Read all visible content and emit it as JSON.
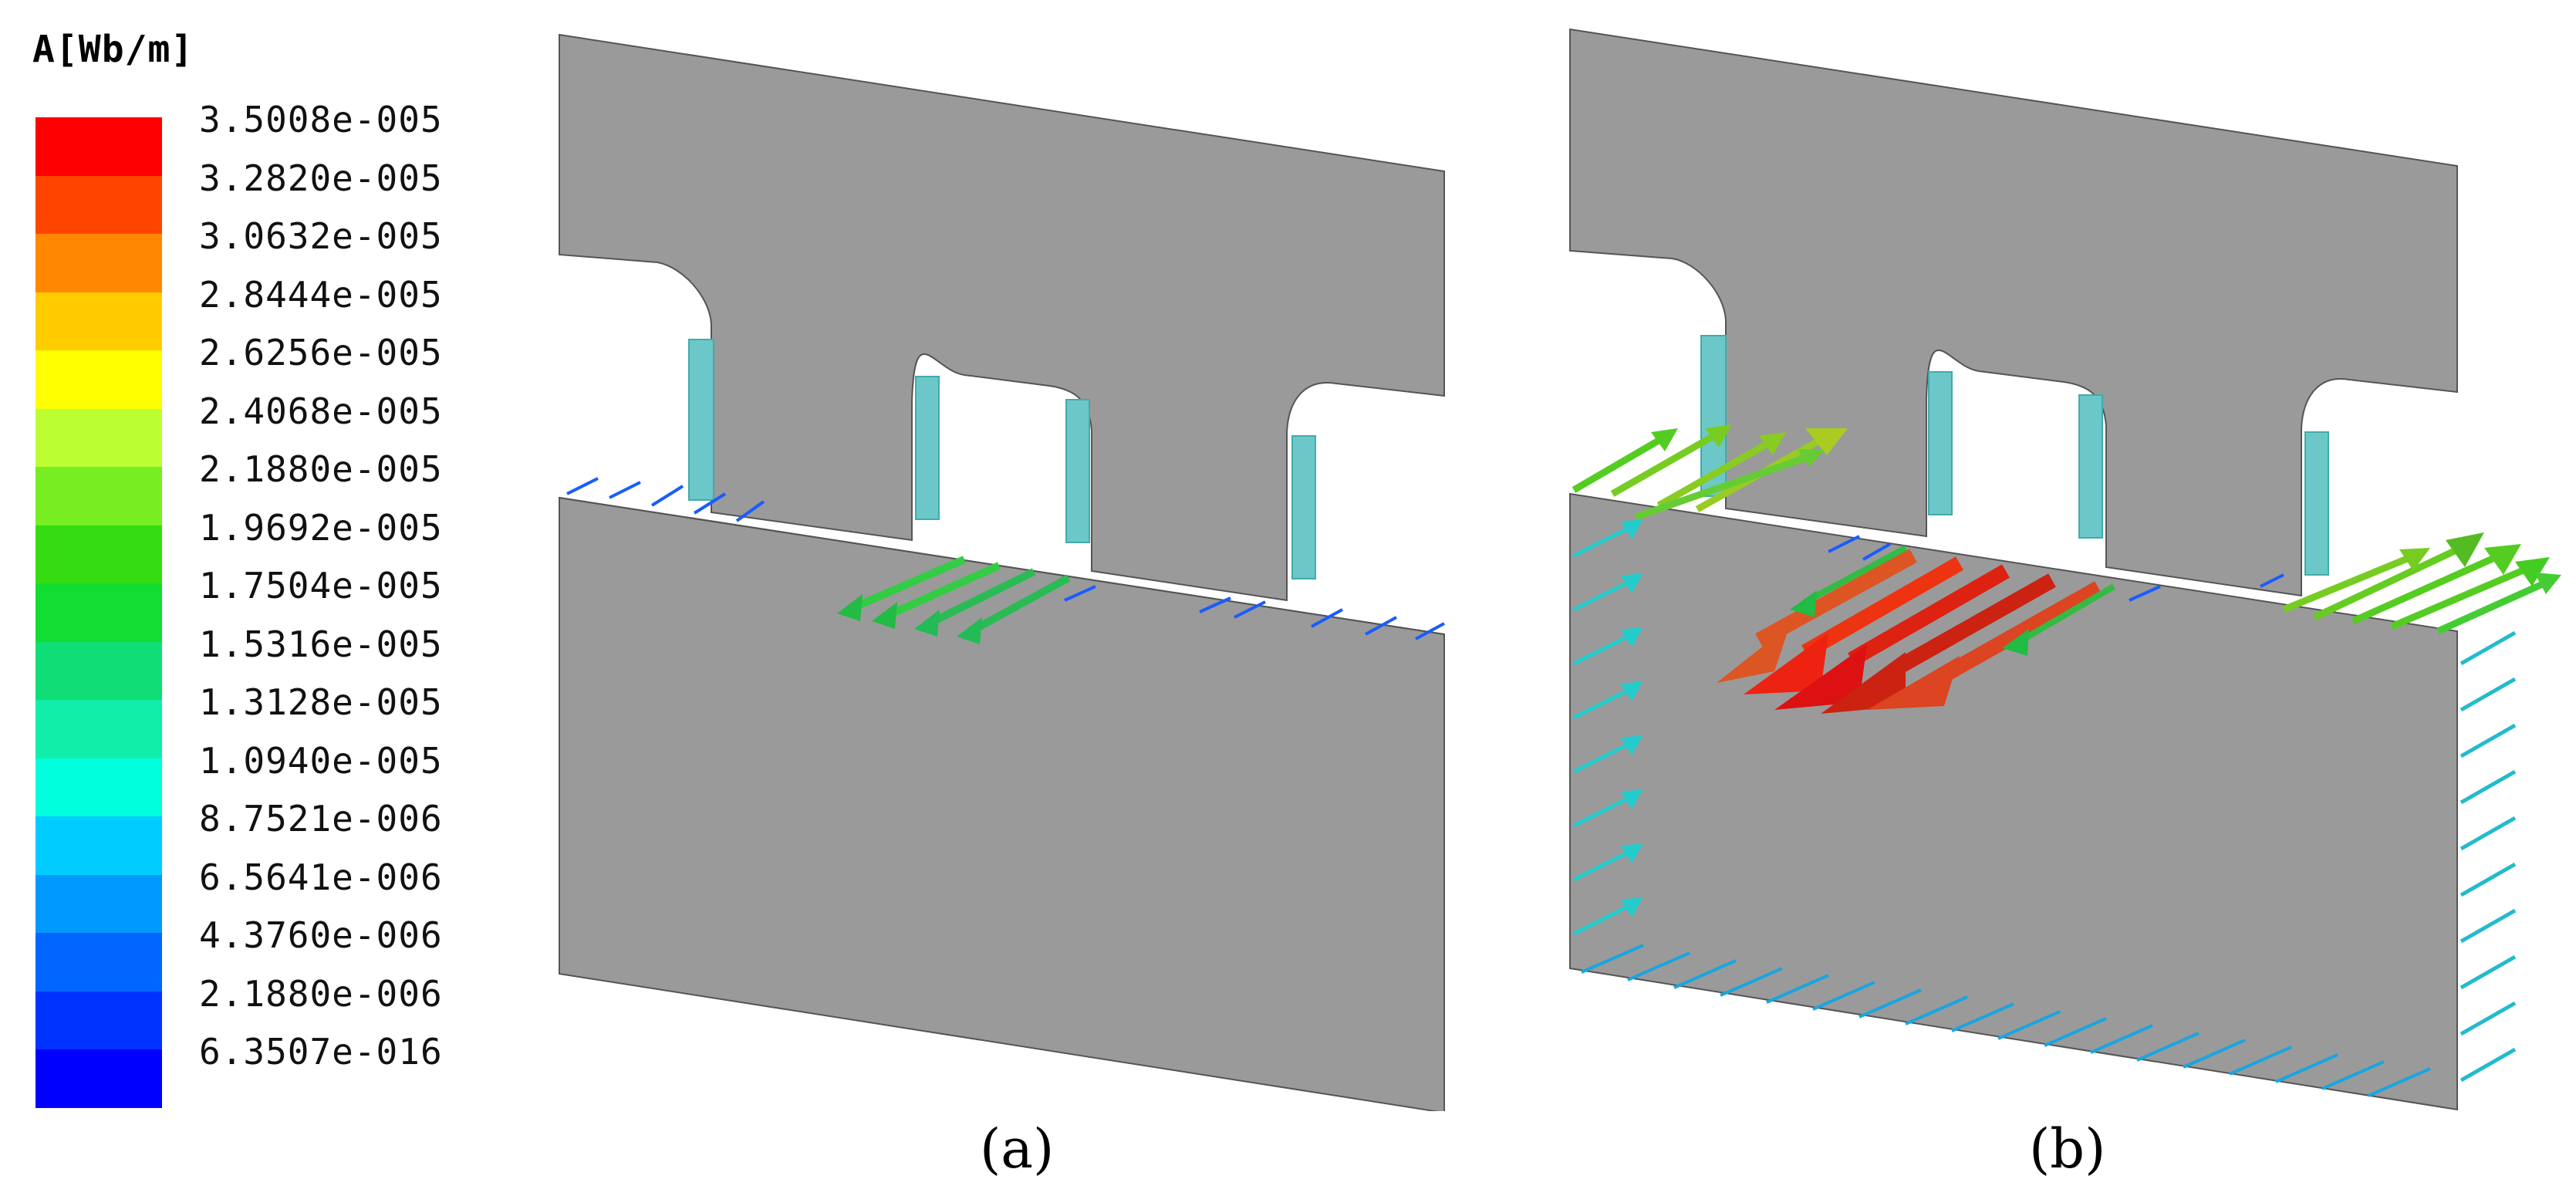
{
  "legend": {
    "title": "A[Wb/m]",
    "colors": [
      "#ff0000",
      "#ff4400",
      "#ff8800",
      "#ffcc00",
      "#ffff00",
      "#bbff33",
      "#77ee22",
      "#33dd11",
      "#11dd33",
      "#11dd77",
      "#11eeaa",
      "#00ffdd",
      "#00ccff",
      "#0099ff",
      "#0066ff",
      "#0033ff",
      "#0000ff"
    ],
    "labels": [
      "3.5008e-005",
      "3.2820e-005",
      "3.0632e-005",
      "2.8444e-005",
      "2.6256e-005",
      "2.4068e-005",
      "2.1880e-005",
      "1.9692e-005",
      "1.7504e-005",
      "1.5316e-005",
      "1.3128e-005",
      "1.0940e-005",
      "8.7521e-006",
      "6.5641e-006",
      "4.3760e-006",
      "2.1880e-006",
      "6.3507e-016"
    ]
  },
  "panels": [
    {
      "caption": "(a)"
    },
    {
      "caption": "(b)"
    }
  ],
  "colors": {
    "geometry": "#9a9a9a",
    "edge": "#555555",
    "coil": "#6cc8c8"
  }
}
